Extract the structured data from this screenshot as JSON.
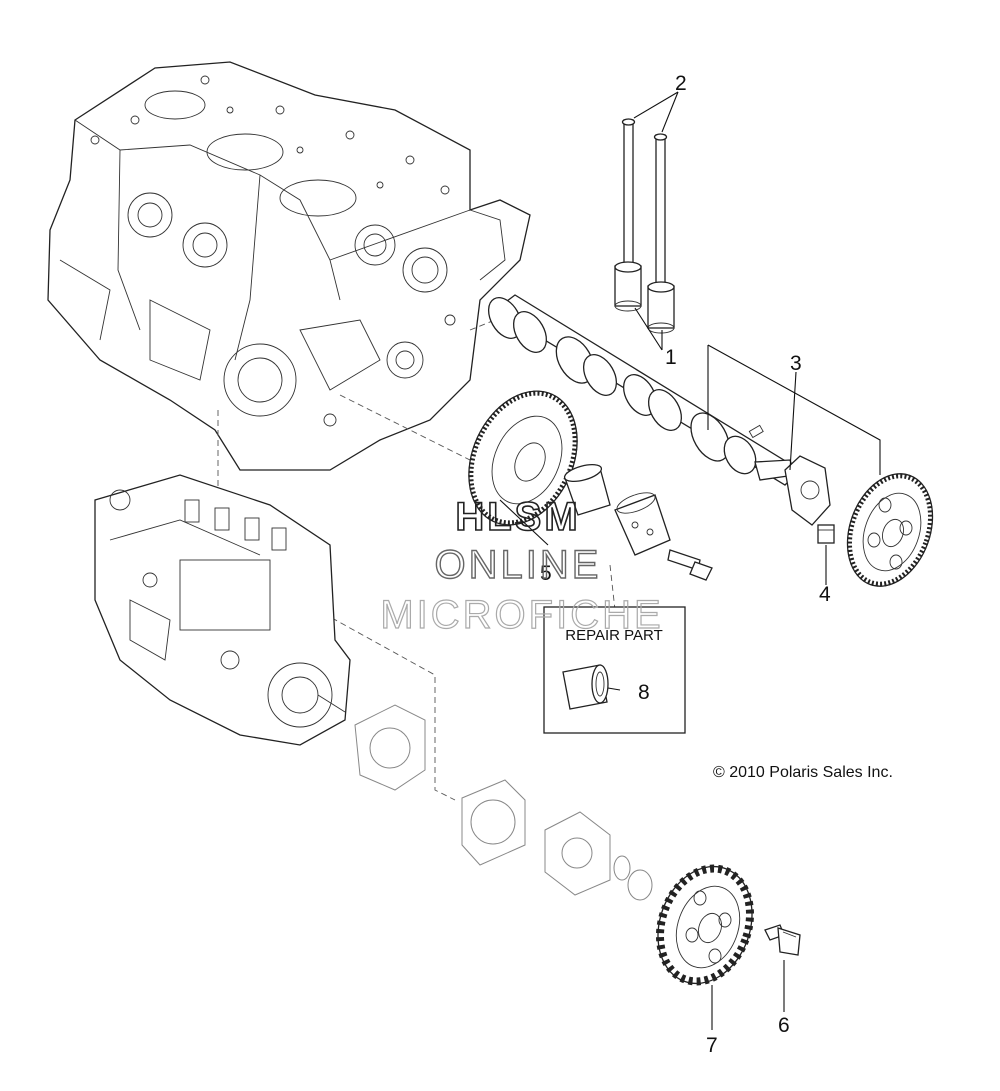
{
  "callouts": {
    "c1": "1",
    "c2": "2",
    "c3": "3",
    "c4": "4",
    "c5": "5",
    "c6": "6",
    "c7": "7",
    "c8": "8"
  },
  "repair_box": {
    "title": "REPAIR PART"
  },
  "watermark": {
    "line1": "HLSM",
    "line2": "ONLINE",
    "line3": "MICROFICHE"
  },
  "copyright": "© 2010 Polaris Sales Inc."
}
